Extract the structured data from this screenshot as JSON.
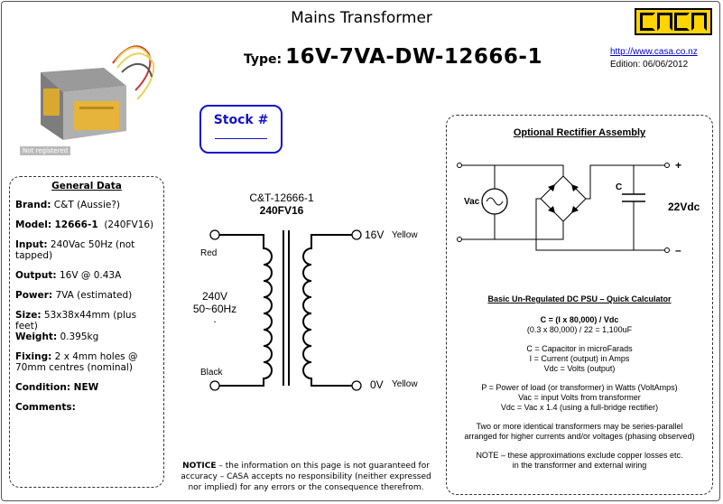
{
  "header": {
    "title": "Mains Transformer",
    "type_label": "Type:",
    "type_code": "16V-7VA-DW-12666-1",
    "url": "http://www.casa.co.nz",
    "edition": "Edition: 06/06/2012",
    "logo_text": "CASA"
  },
  "photo": {
    "not_registered": "Not registered"
  },
  "stock": {
    "label": "Stock #"
  },
  "general": {
    "heading": "General Data",
    "brand_label": "Brand:",
    "brand_value": " C&T (Aussie?)",
    "model_label": "Model:",
    "model_value": "12666-1",
    "model_extra": "  (240FV16)",
    "input_label": "Input:",
    "input_value": " 240Vac 50Hz (not tapped)",
    "output_label": "Output:",
    "output_value": " 16V @ 0.43A",
    "power_label": "Power:",
    "power_value": " 7VA (estimated)",
    "size_label": "Size:",
    "size_value": " 53x38x44mm (plus feet)",
    "weight_label": "Weight:",
    "weight_value": " 0.395kg",
    "fixing_label": "Fixing:",
    "fixing_value": " 2 x 4mm holes @ 70mm centres (nominal)",
    "condition_label": "Condition:",
    "condition_value": " NEW",
    "comments_label": "Comments:"
  },
  "schematic": {
    "part": "C&T-12666-1",
    "model": "240FV16",
    "red": "Red",
    "black": "Black",
    "primary_v": "240V",
    "primary_hz": "50~60Hz",
    "dot": ".",
    "sec_top_v": "16V",
    "sec_top_color": "Yellow",
    "sec_bot_v": "0V",
    "sec_bot_color": "Yellow"
  },
  "notice": {
    "bold": "NOTICE",
    "text": " – the information on this page is not guaranteed for accuracy – CASA accepts no responsibility (neither expressed nor implied) for any errors or the consequence therefrom."
  },
  "rectifier": {
    "title": "Optional Rectifier Assembly",
    "vac": "Vac",
    "c": "C",
    "vdc": "22Vdc",
    "plus": "+",
    "minus": "–"
  },
  "calc": {
    "heading": "Basic Un-Regulated DC PSU – Quick Calculator",
    "formula": "C = (I x 80,000) / Vdc",
    "example": "(0.3 x 80,000) / 22 = 1,100uF",
    "def1": "C = Capacitor in microFarads",
    "def2": "I = Current (output) in Amps",
    "def3": "Vdc = Volts (output)",
    "p1": "P = Power of load (or transformer) in Watts (VoltAmps)",
    "p2": "Vac = input Volts from transformer",
    "p3": "Vdc = Vac x 1.4 (using a full-bridge rectifier)",
    "s1": "Two or more identical transformers may be series-parallel",
    "s2": "arranged for higher currents and/or voltages (phasing observed)",
    "n1": "NOTE – these approximations exclude copper losses etc.",
    "n2": "in the transformer and external wiring"
  }
}
